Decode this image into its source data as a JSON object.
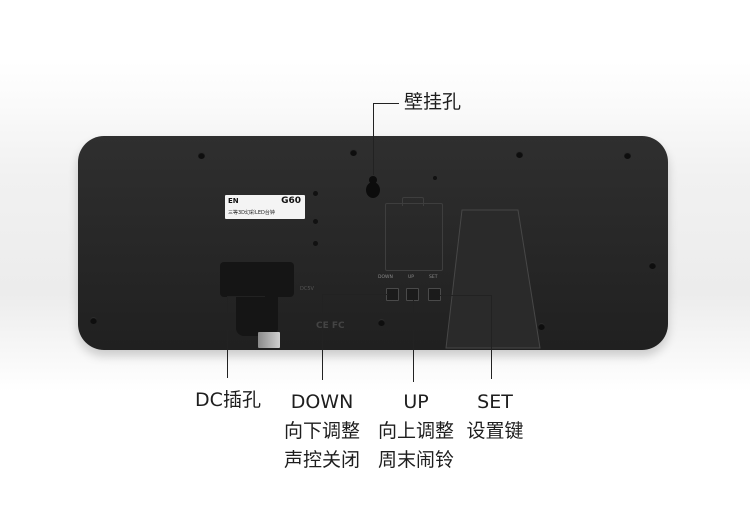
{
  "product_label": {
    "brand": "EN",
    "model": "G60",
    "subtitle": "三等3D幻彩LED台钟"
  },
  "device_markings": {
    "dc_label": "DC5V",
    "cert_marks": "CE FC",
    "key_labels": [
      "DOWN",
      "UP",
      "SET"
    ]
  },
  "callouts": {
    "wall_hole": "壁挂孔",
    "dc_jack": "DC插孔",
    "down": {
      "title": "DOWN",
      "line1": "向下调整",
      "line2": "声控关闭"
    },
    "up": {
      "title": "UP",
      "line1": "向上调整",
      "line2": "周末闹铃"
    },
    "set": {
      "title": "SET",
      "line1": "设置键"
    }
  },
  "colors": {
    "device_body": "#262626",
    "callout_text": "#1e1e1e",
    "background": "#ffffff"
  }
}
